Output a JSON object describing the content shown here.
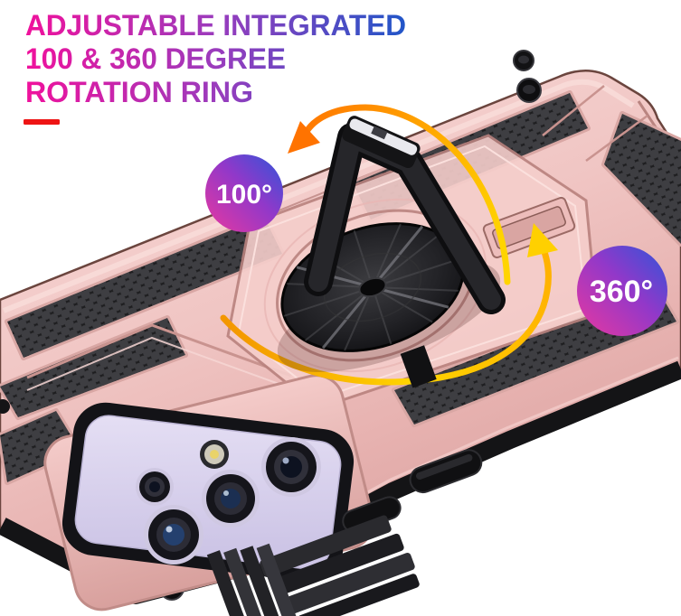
{
  "heading": {
    "line1": "ADJUSTABLE INTEGRATED",
    "line2": "100 & 360 DEGREE",
    "line3": "ROTATION RING",
    "underline_color": "#ee1414",
    "gradient_start": "#f0119c",
    "gradient_mid": "#9a3cbd",
    "gradient_end": "#1f56c8"
  },
  "badges": {
    "front_tilt": {
      "label": "100°"
    },
    "spin": {
      "label": "360°"
    },
    "gradient_start": "#e9389f",
    "gradient_mid": "#9238c9",
    "gradient_end": "#2f55d9",
    "text_color": "#ffffff"
  },
  "arrows": {
    "yellow": "#ffd400",
    "orange": "#ff7a00"
  },
  "product_colors": {
    "case_shell": "#f0c5c3",
    "armor_inserts": "#1f1f21",
    "camera_window": "#d6cfec",
    "ring_hardware": "#1b1b1e"
  }
}
